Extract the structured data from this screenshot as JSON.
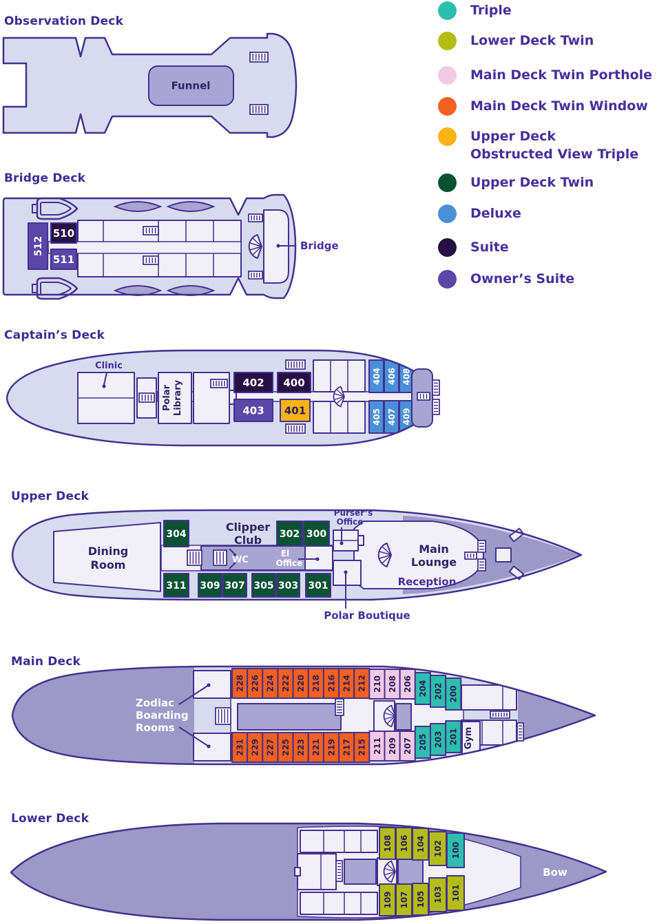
{
  "colors": {
    "hull_fill": "#D7DBEF",
    "hull_stroke": "#43318E",
    "deck_shaded": "#9C99C8",
    "room_fill": "#F1EFF8",
    "block_fill": "#A8A5D2",
    "text_purple": "#45309C",
    "label_dark": "#2E2465",
    "cabin_text_dark": "#2A2058"
  },
  "legend": {
    "items": [
      {
        "key": "triple",
        "color": "#2EBEAD",
        "lines": [
          "Triple"
        ]
      },
      {
        "key": "lower-twin",
        "color": "#B4BD18",
        "lines": [
          "Lower Deck Twin"
        ]
      },
      {
        "key": "porthole",
        "color": "#F3C9E6",
        "lines": [
          "Main Deck Twin Porthole"
        ]
      },
      {
        "key": "window",
        "color": "#F4601E",
        "lines": [
          "Main Deck Twin Window"
        ]
      },
      {
        "key": "obstructed",
        "color": "#FCB315",
        "lines": [
          "Upper Deck",
          "Obstructed View Triple"
        ]
      },
      {
        "key": "upper-twin",
        "color": "#0A5233",
        "lines": [
          "Upper Deck Twin"
        ]
      },
      {
        "key": "deluxe",
        "color": "#4A90D8",
        "lines": [
          "Deluxe"
        ]
      },
      {
        "key": "suite",
        "color": "#271046",
        "lines": [
          "Suite"
        ]
      },
      {
        "key": "owners",
        "color": "#5A47A8",
        "lines": [
          "Owner’s Suite"
        ]
      }
    ]
  },
  "decks": {
    "observation": {
      "title": "Observation Deck",
      "labels": {
        "funnel": "Funnel"
      }
    },
    "bridge": {
      "title": "Bridge Deck",
      "labels": {
        "bridge": "Bridge"
      },
      "cabins": [
        {
          "number": "510",
          "category": "suite"
        },
        {
          "number": "511",
          "category": "owners"
        },
        {
          "number": "512",
          "category": "owners"
        }
      ]
    },
    "captains": {
      "title": "Captain’s Deck",
      "labels": {
        "clinic": "Clinic",
        "polar_library": [
          "Polar",
          "Library"
        ]
      },
      "cabins": [
        {
          "number": "402",
          "category": "suite"
        },
        {
          "number": "400",
          "category": "suite"
        },
        {
          "number": "403",
          "category": "owners"
        },
        {
          "number": "401",
          "category": "obstructed"
        },
        {
          "number": "404",
          "category": "deluxe"
        },
        {
          "number": "406",
          "category": "deluxe"
        },
        {
          "number": "408",
          "category": "deluxe"
        },
        {
          "number": "405",
          "category": "deluxe"
        },
        {
          "number": "407",
          "category": "deluxe"
        },
        {
          "number": "409",
          "category": "deluxe"
        }
      ]
    },
    "upper": {
      "title": "Upper Deck",
      "labels": {
        "dining_room": [
          "Dining",
          "Room"
        ],
        "clipper_club": [
          "Clipper",
          "Club"
        ],
        "wc": "WC",
        "el_office": [
          "El",
          "Office"
        ],
        "pursers_office": [
          "Purser’s",
          "Office"
        ],
        "main_lounge": [
          "Main",
          "Lounge"
        ],
        "reception": "Reception",
        "polar_boutique": "Polar Boutique"
      },
      "cabins": [
        {
          "number": "304",
          "category": "upper-twin"
        },
        {
          "number": "302",
          "category": "upper-twin"
        },
        {
          "number": "300",
          "category": "upper-twin"
        },
        {
          "number": "311",
          "category": "upper-twin"
        },
        {
          "number": "309",
          "category": "upper-twin"
        },
        {
          "number": "307",
          "category": "upper-twin"
        },
        {
          "number": "305",
          "category": "upper-twin"
        },
        {
          "number": "303",
          "category": "upper-twin"
        },
        {
          "number": "301",
          "category": "upper-twin"
        }
      ]
    },
    "main": {
      "title": "Main Deck",
      "labels": {
        "zodiac": [
          "Zodiac",
          "Boarding",
          "Rooms"
        ],
        "gym": "Gym"
      },
      "cabins_top": [
        {
          "number": "228",
          "category": "window"
        },
        {
          "number": "226",
          "category": "window"
        },
        {
          "number": "224",
          "category": "window"
        },
        {
          "number": "222",
          "category": "window"
        },
        {
          "number": "220",
          "category": "window"
        },
        {
          "number": "218",
          "category": "window"
        },
        {
          "number": "216",
          "category": "window"
        },
        {
          "number": "214",
          "category": "window"
        },
        {
          "number": "212",
          "category": "window"
        },
        {
          "number": "210",
          "category": "porthole"
        },
        {
          "number": "208",
          "category": "porthole"
        },
        {
          "number": "206",
          "category": "porthole"
        },
        {
          "number": "204",
          "category": "triple"
        },
        {
          "number": "202",
          "category": "triple"
        },
        {
          "number": "200",
          "category": "triple"
        }
      ],
      "cabins_bottom": [
        {
          "number": "231",
          "category": "window"
        },
        {
          "number": "229",
          "category": "window"
        },
        {
          "number": "227",
          "category": "window"
        },
        {
          "number": "225",
          "category": "window"
        },
        {
          "number": "223",
          "category": "window"
        },
        {
          "number": "221",
          "category": "window"
        },
        {
          "number": "219",
          "category": "window"
        },
        {
          "number": "217",
          "category": "window"
        },
        {
          "number": "215",
          "category": "window"
        },
        {
          "number": "211",
          "category": "porthole"
        },
        {
          "number": "209",
          "category": "porthole"
        },
        {
          "number": "207",
          "category": "porthole"
        },
        {
          "number": "205",
          "category": "triple"
        },
        {
          "number": "203",
          "category": "triple"
        },
        {
          "number": "201",
          "category": "triple"
        }
      ]
    },
    "lower": {
      "title": "Lower Deck",
      "labels": {
        "bow": "Bow"
      },
      "cabins_top": [
        {
          "number": "108",
          "category": "lower-twin"
        },
        {
          "number": "106",
          "category": "lower-twin"
        },
        {
          "number": "104",
          "category": "lower-twin"
        },
        {
          "number": "102",
          "category": "lower-twin"
        },
        {
          "number": "100",
          "category": "triple"
        }
      ],
      "cabins_bottom": [
        {
          "number": "109",
          "category": "lower-twin"
        },
        {
          "number": "107",
          "category": "lower-twin"
        },
        {
          "number": "105",
          "category": "lower-twin"
        },
        {
          "number": "103",
          "category": "lower-twin"
        },
        {
          "number": "101",
          "category": "lower-twin"
        }
      ]
    }
  }
}
